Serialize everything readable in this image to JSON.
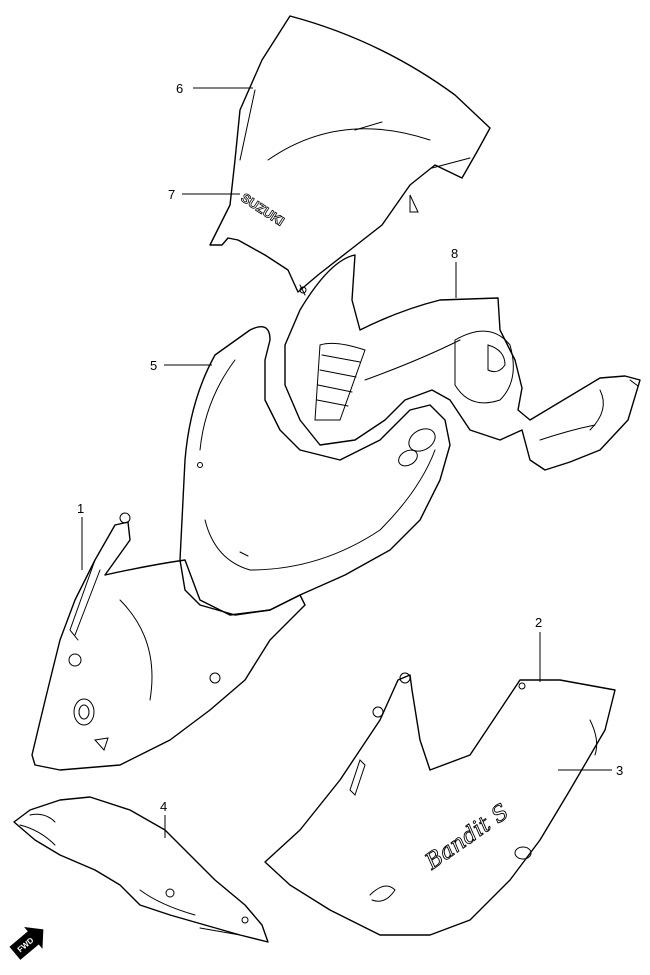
{
  "callouts": {
    "c1": "1",
    "c2": "2",
    "c3": "3",
    "c4": "4",
    "c5": "5",
    "c6": "6",
    "c7": "7",
    "c8": "8"
  },
  "decals": {
    "windscreen_logo": "SUZUKI",
    "side_cowl_script": "Bandit S"
  },
  "direction_badge": {
    "label": "FWD"
  },
  "icons": {
    "direction": "forward-arrow-icon"
  }
}
